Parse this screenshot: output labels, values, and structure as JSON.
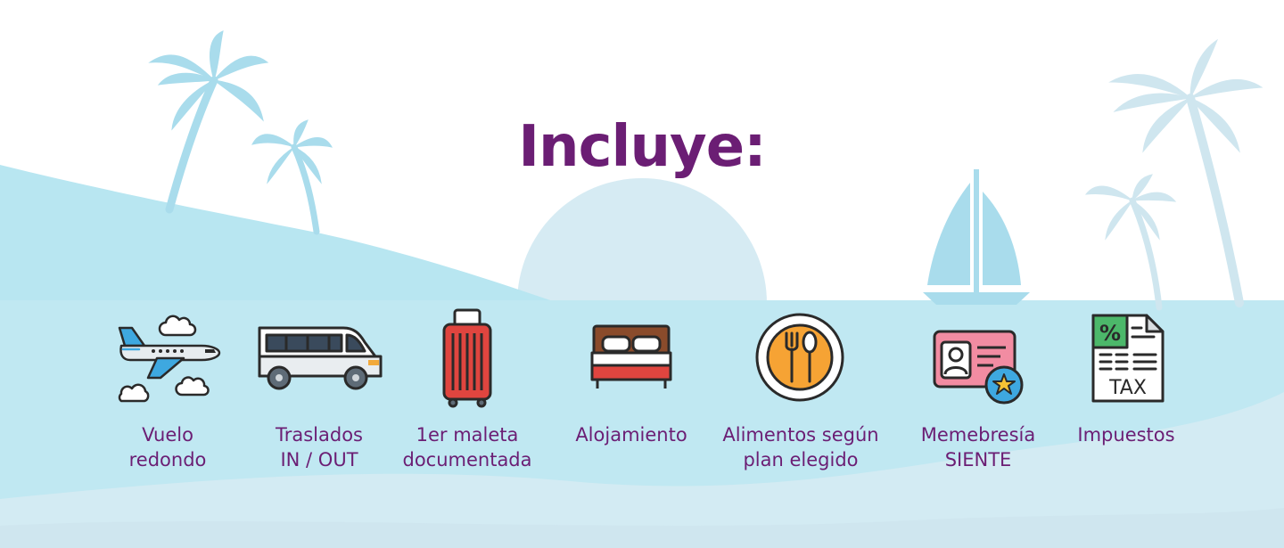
{
  "heading": "Incluye:",
  "colors": {
    "heading": "#6b1e74",
    "label": "#6b1e74",
    "sea": "#bfe7f1",
    "hill": "#b8e6f1",
    "decor": "#a9dcec",
    "sun": "#d6ebf3"
  },
  "items": [
    {
      "icon": "airplane-icon",
      "line1": "Vuelo",
      "line2": "redondo"
    },
    {
      "icon": "van-icon",
      "line1": "Traslados",
      "line2": "IN / OUT"
    },
    {
      "icon": "suitcase-icon",
      "line1": "1er maleta",
      "line2": "documentada"
    },
    {
      "icon": "bed-icon",
      "line1": "Alojamiento",
      "line2": ""
    },
    {
      "icon": "food-plate-icon",
      "line1": "Alimentos según",
      "line2": "plan elegido"
    },
    {
      "icon": "membership-card-icon",
      "line1": "Memebresía",
      "line2": "SIENTE"
    },
    {
      "icon": "tax-document-icon",
      "line1": "Impuestos",
      "line2": ""
    }
  ]
}
